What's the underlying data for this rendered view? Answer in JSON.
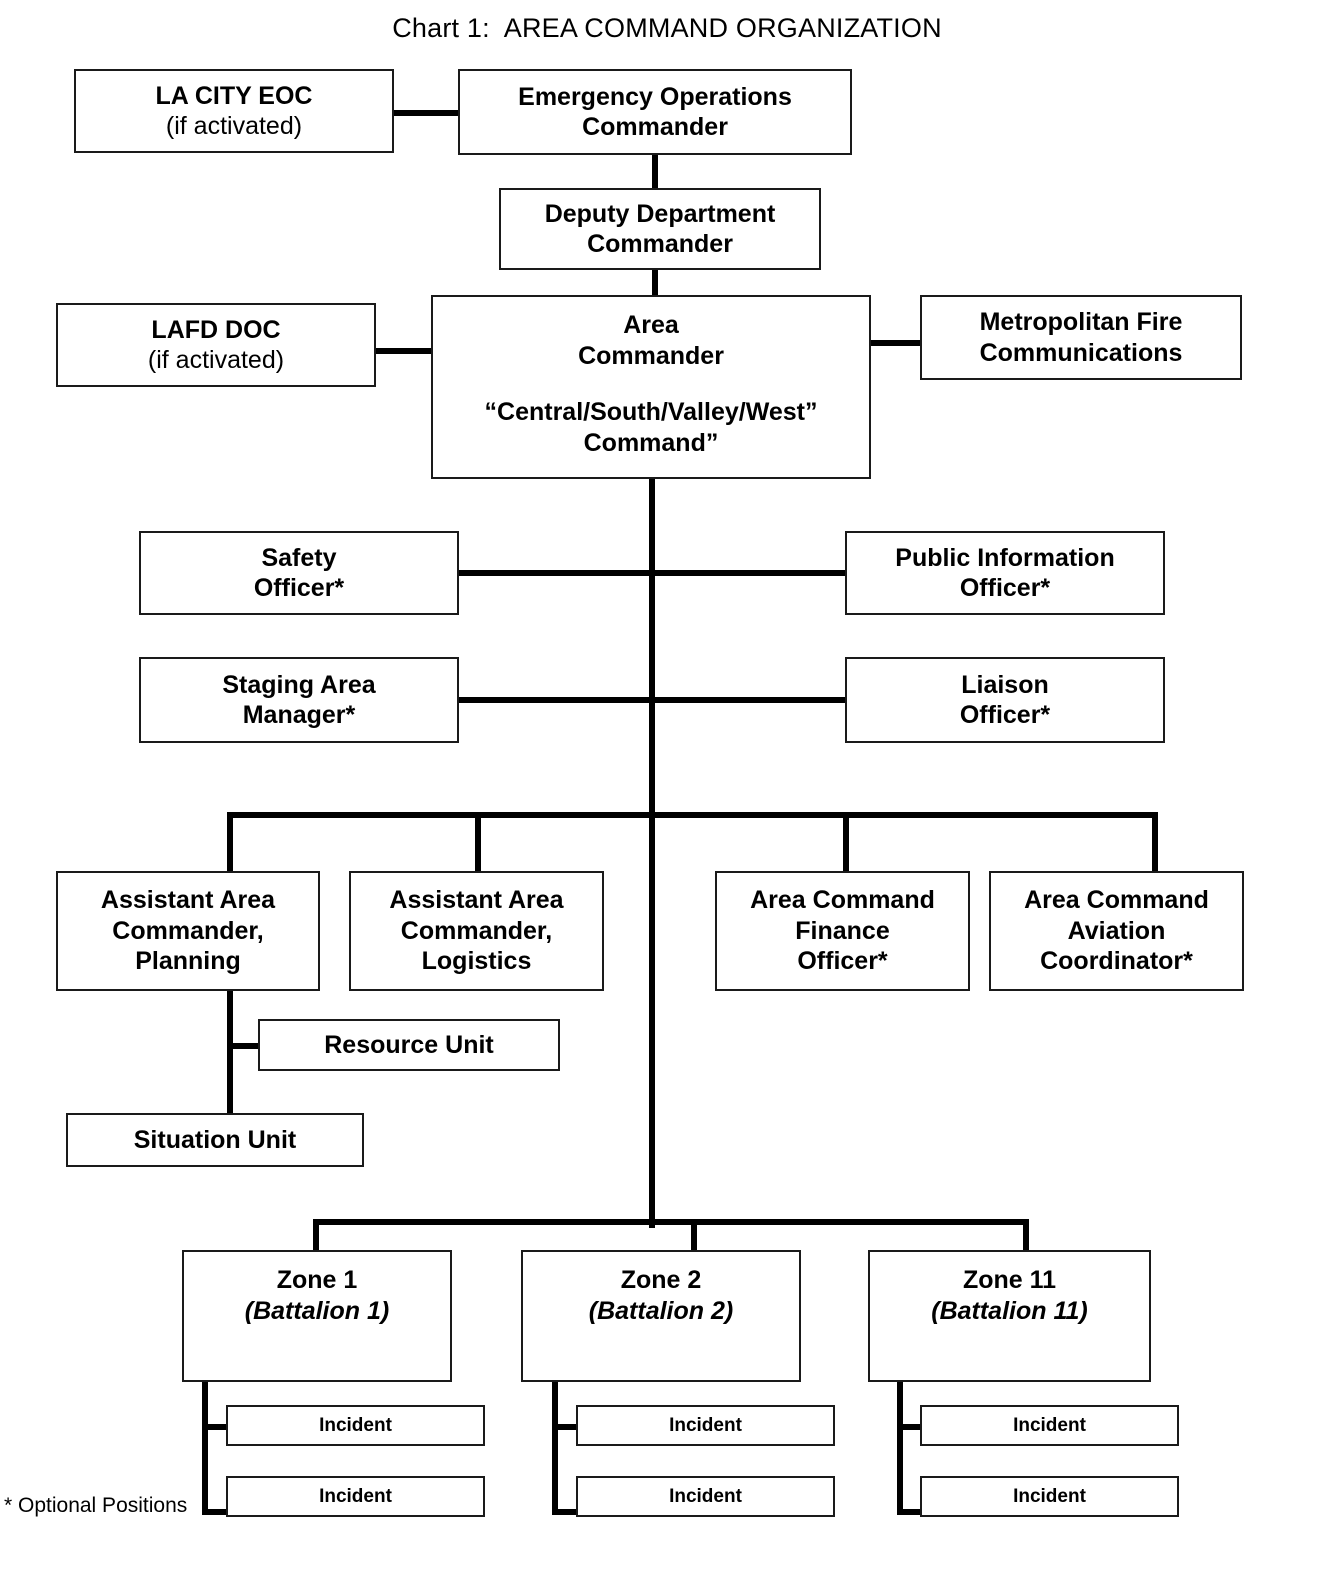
{
  "chart": {
    "title": "Chart 1:  AREA COMMAND ORGANIZATION",
    "footnote": "* Optional Positions"
  },
  "nodes": {
    "la_city_eoc": {
      "line1": "LA CITY EOC",
      "line2": "(if activated)"
    },
    "emergency_operations_commander": {
      "line1": "Emergency Operations",
      "line2": "Commander"
    },
    "deputy_department_commander": {
      "line1": "Deputy Department",
      "line2": "Commander"
    },
    "lafd_doc": {
      "line1": "LAFD DOC",
      "line2": "(if activated)"
    },
    "area_commander": {
      "line1": "Area",
      "line2": "Commander",
      "line3": "“Central/South/Valley/West”",
      "line4": "Command”"
    },
    "metropolitan_fire_communications": {
      "line1": "Metropolitan Fire",
      "line2": "Communications"
    },
    "safety_officer": {
      "line1": "Safety",
      "line2": "Officer*"
    },
    "public_information_officer": {
      "line1": "Public Information",
      "line2": "Officer*"
    },
    "staging_area_manager": {
      "line1": "Staging Area",
      "line2": "Manager*"
    },
    "liaison_officer": {
      "line1": "Liaison",
      "line2": "Officer*"
    },
    "assistant_area_commander_planning": {
      "line1": "Assistant Area",
      "line2": "Commander,",
      "line3": "Planning"
    },
    "assistant_area_commander_logistics": {
      "line1": "Assistant Area",
      "line2": "Commander,",
      "line3": "Logistics"
    },
    "area_command_finance_officer": {
      "line1": "Area Command",
      "line2": "Finance",
      "line3": "Officer*"
    },
    "area_command_aviation_coordinator": {
      "line1": "Area Command",
      "line2": "Aviation",
      "line3": "Coordinator*"
    },
    "resource_unit": {
      "line1": "Resource Unit"
    },
    "situation_unit": {
      "line1": "Situation Unit"
    },
    "zone_1": {
      "line1": "Zone 1",
      "line2": "(Battalion 1)"
    },
    "zone_2": {
      "line1": "Zone 2",
      "line2": "(Battalion 2)"
    },
    "zone_11": {
      "line1": "Zone 11",
      "line2": "(Battalion 11)"
    },
    "zone1_incident_a": {
      "line1": "Incident"
    },
    "zone1_incident_b": {
      "line1": "Incident"
    },
    "zone2_incident_a": {
      "line1": "Incident"
    },
    "zone2_incident_b": {
      "line1": "Incident"
    },
    "zone11_incident_a": {
      "line1": "Incident"
    },
    "zone11_incident_b": {
      "line1": "Incident"
    }
  },
  "chart_data": {
    "type": "diagram",
    "title": "Chart 1:  AREA COMMAND ORGANIZATION",
    "diagram_kind": "organization-chart",
    "nodes": [
      {
        "id": "la_city_eoc",
        "label": "LA CITY EOC (if activated)"
      },
      {
        "id": "emergency_operations_commander",
        "label": "Emergency Operations Commander"
      },
      {
        "id": "deputy_department_commander",
        "label": "Deputy Department Commander"
      },
      {
        "id": "lafd_doc",
        "label": "LAFD DOC (if activated)"
      },
      {
        "id": "area_commander",
        "label": "Area Commander “Central/South/Valley/West” Command”"
      },
      {
        "id": "metropolitan_fire_communications",
        "label": "Metropolitan Fire Communications"
      },
      {
        "id": "safety_officer",
        "label": "Safety Officer*"
      },
      {
        "id": "public_information_officer",
        "label": "Public Information Officer*"
      },
      {
        "id": "staging_area_manager",
        "label": "Staging Area Manager*"
      },
      {
        "id": "liaison_officer",
        "label": "Liaison Officer*"
      },
      {
        "id": "assistant_area_commander_planning",
        "label": "Assistant Area Commander, Planning"
      },
      {
        "id": "assistant_area_commander_logistics",
        "label": "Assistant Area Commander, Logistics"
      },
      {
        "id": "area_command_finance_officer",
        "label": "Area Command Finance Officer*"
      },
      {
        "id": "area_command_aviation_coordinator",
        "label": "Area Command Aviation Coordinator*"
      },
      {
        "id": "resource_unit",
        "label": "Resource Unit"
      },
      {
        "id": "situation_unit",
        "label": "Situation Unit"
      },
      {
        "id": "zone_1",
        "label": "Zone 1 (Battalion 1)"
      },
      {
        "id": "zone_2",
        "label": "Zone 2 (Battalion 2)"
      },
      {
        "id": "zone_11",
        "label": "Zone 11 (Battalion 11)"
      },
      {
        "id": "zone1_incident_a",
        "label": "Incident"
      },
      {
        "id": "zone1_incident_b",
        "label": "Incident"
      },
      {
        "id": "zone2_incident_a",
        "label": "Incident"
      },
      {
        "id": "zone2_incident_b",
        "label": "Incident"
      },
      {
        "id": "zone11_incident_a",
        "label": "Incident"
      },
      {
        "id": "zone11_incident_b",
        "label": "Incident"
      }
    ],
    "edges": [
      {
        "from": "la_city_eoc",
        "to": "emergency_operations_commander",
        "kind": "lateral"
      },
      {
        "from": "emergency_operations_commander",
        "to": "deputy_department_commander",
        "kind": "vertical"
      },
      {
        "from": "deputy_department_commander",
        "to": "area_commander",
        "kind": "vertical"
      },
      {
        "from": "lafd_doc",
        "to": "area_commander",
        "kind": "lateral"
      },
      {
        "from": "area_commander",
        "to": "metropolitan_fire_communications",
        "kind": "lateral"
      },
      {
        "from": "area_commander",
        "to": "safety_officer",
        "kind": "staff-lateral"
      },
      {
        "from": "area_commander",
        "to": "public_information_officer",
        "kind": "staff-lateral"
      },
      {
        "from": "area_commander",
        "to": "staging_area_manager",
        "kind": "staff-lateral"
      },
      {
        "from": "area_commander",
        "to": "liaison_officer",
        "kind": "staff-lateral"
      },
      {
        "from": "area_commander",
        "to": "assistant_area_commander_planning",
        "kind": "vertical"
      },
      {
        "from": "area_commander",
        "to": "assistant_area_commander_logistics",
        "kind": "vertical"
      },
      {
        "from": "area_commander",
        "to": "area_command_finance_officer",
        "kind": "vertical"
      },
      {
        "from": "area_commander",
        "to": "area_command_aviation_coordinator",
        "kind": "vertical"
      },
      {
        "from": "assistant_area_commander_planning",
        "to": "resource_unit",
        "kind": "vertical"
      },
      {
        "from": "assistant_area_commander_planning",
        "to": "situation_unit",
        "kind": "vertical"
      },
      {
        "from": "area_commander",
        "to": "zone_1",
        "kind": "vertical"
      },
      {
        "from": "area_commander",
        "to": "zone_2",
        "kind": "vertical"
      },
      {
        "from": "area_commander",
        "to": "zone_11",
        "kind": "vertical"
      },
      {
        "from": "zone_1",
        "to": "zone1_incident_a",
        "kind": "vertical"
      },
      {
        "from": "zone_1",
        "to": "zone1_incident_b",
        "kind": "vertical"
      },
      {
        "from": "zone_2",
        "to": "zone2_incident_a",
        "kind": "vertical"
      },
      {
        "from": "zone_2",
        "to": "zone2_incident_b",
        "kind": "vertical"
      },
      {
        "from": "zone_11",
        "to": "zone11_incident_a",
        "kind": "vertical"
      },
      {
        "from": "zone_11",
        "to": "zone11_incident_b",
        "kind": "vertical"
      }
    ],
    "annotations": [
      "* Optional Positions"
    ],
    "colors": {
      "box_border": "#1a1a1a",
      "connector": "#000000",
      "background": "#ffffff",
      "text": "#000000"
    }
  }
}
